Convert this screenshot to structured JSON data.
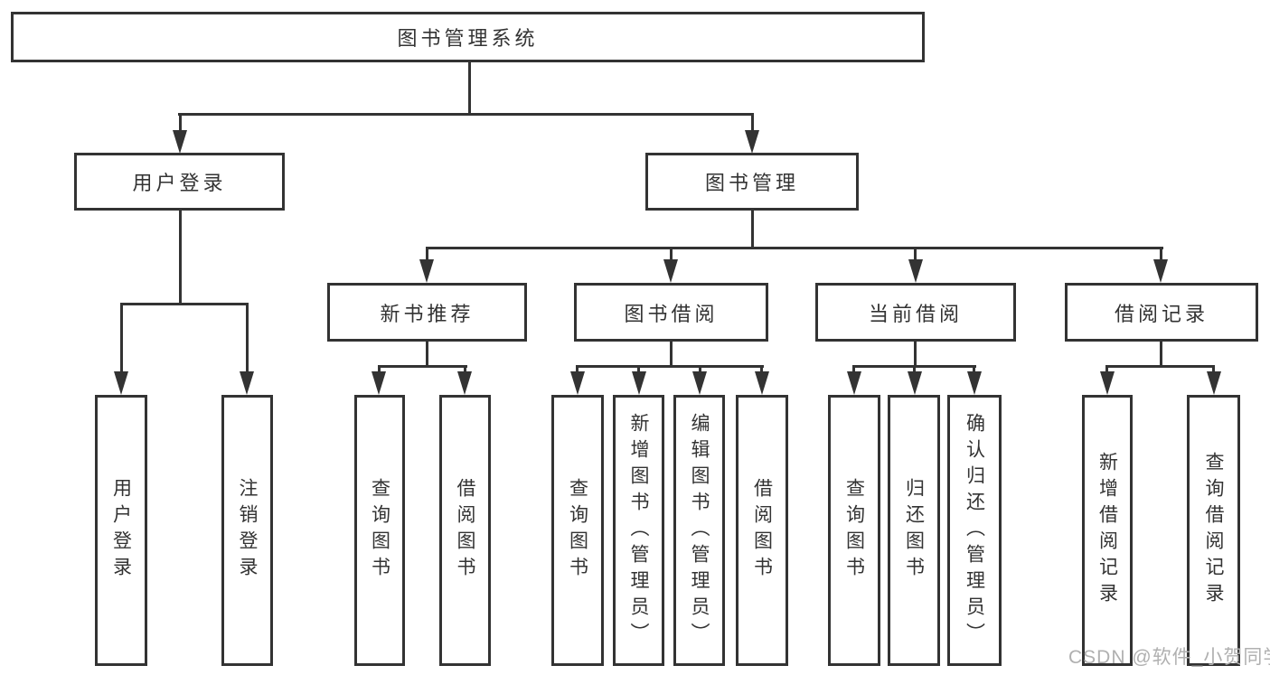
{
  "diagram": {
    "root_label": "图书管理系统",
    "level2": [
      {
        "label": "用户登录",
        "children": [
          {
            "label": "用户登录"
          },
          {
            "label": "注销登录"
          }
        ]
      },
      {
        "label": "图书管理",
        "children": [
          {
            "label": "新书推荐",
            "children": [
              {
                "label": "查询图书"
              },
              {
                "label": "借阅图书"
              }
            ]
          },
          {
            "label": "图书借阅",
            "children": [
              {
                "label": "查询图书"
              },
              {
                "label": "新增图书（管理员）"
              },
              {
                "label": "编辑图书（管理员）"
              },
              {
                "label": "借阅图书"
              }
            ]
          },
          {
            "label": "当前借阅",
            "children": [
              {
                "label": "查询图书"
              },
              {
                "label": "归还图书"
              },
              {
                "label": "确认归还（管理员）"
              }
            ]
          },
          {
            "label": "借阅记录",
            "children": [
              {
                "label": "新增借阅记录"
              },
              {
                "label": "查询借阅记录"
              }
            ]
          }
        ]
      }
    ]
  },
  "watermark": {
    "text": "CSDN @软件_小贺同学"
  },
  "colors": {
    "line": "#333333",
    "text": "#333333",
    "watermark": "#b0b0b0",
    "bg": "#ffffff"
  }
}
